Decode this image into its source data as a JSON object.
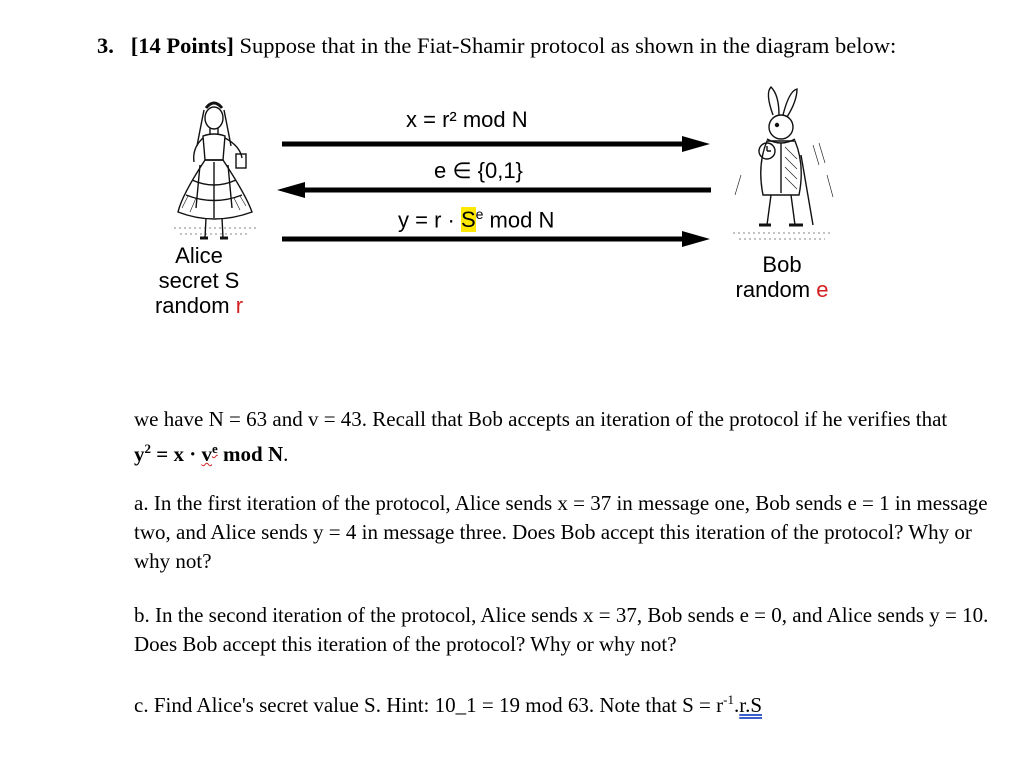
{
  "heading": {
    "number": "3.",
    "points": "[14 Points]",
    "text": "Suppose that in the Fiat-Shamir protocol as shown in the diagram below:"
  },
  "diagram": {
    "msg1": "x = r² mod N",
    "msg2": "e ∈ {0,1}",
    "msg3": {
      "pre": "y = r · ",
      "s": "S",
      "sup": "e",
      "post": " mod N"
    },
    "alice": {
      "name": "Alice",
      "secret": "secret S",
      "random_label": "random ",
      "random_var": "r"
    },
    "bob": {
      "name": "Bob",
      "random_label": "random ",
      "random_var": "e"
    }
  },
  "body": {
    "p1": {
      "text": "we have N = 63 and v = 43. Recall that Bob accepts an iteration of the protocol if he verifies that ",
      "eq_a": "y",
      "eq_b": " = x · ",
      "eq_v": "v",
      "eq_e": "e",
      "eq_end": " mod N",
      "tail": "."
    },
    "p2": "a. In the first iteration of the protocol, Alice sends x = 37 in message one, Bob sends e = 1 in message two, and Alice sends y = 4 in message three. Does Bob accept this iteration of the protocol? Why or why not?",
    "p3": "b. In the second iteration of the protocol, Alice sends x = 37, Bob sends e = 0, and Alice sends y = 10. Does Bob accept this iteration of the protocol? Why or why not?",
    "p4": {
      "text": "c. Find Alice's secret value S. Hint: 10_1 = 19 mod 63. Note that S = r",
      "sup": "-1",
      "dot": ".",
      "tail": "r.S"
    }
  }
}
